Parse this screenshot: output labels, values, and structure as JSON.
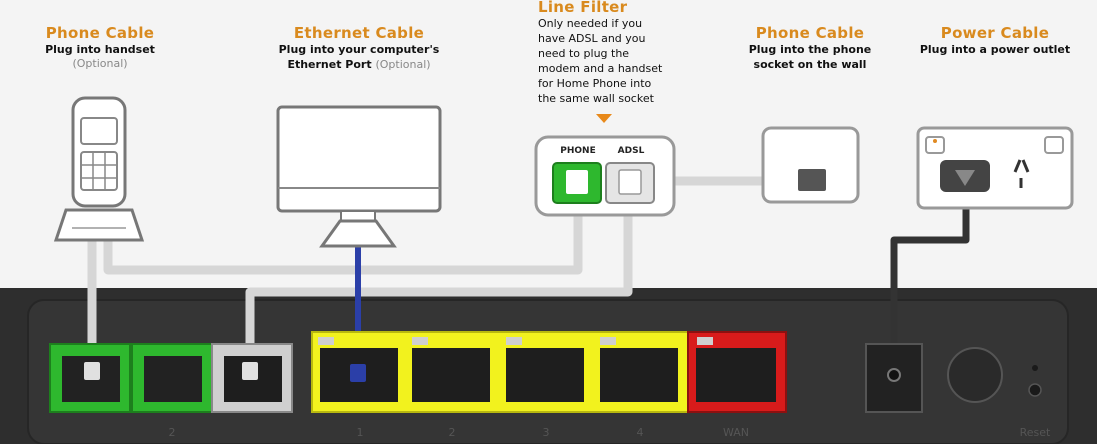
{
  "labels": {
    "phone_handset": {
      "title": "Phone Cable",
      "sub": "Plug into handset",
      "optional": "(Optional)"
    },
    "ethernet": {
      "title": "Ethernet Cable",
      "sub1": "Plug into your computer's",
      "sub2": "Ethernet Port",
      "optional": "(Optional)"
    },
    "line_filter": {
      "title": "Line Filter",
      "note": [
        "Only needed if you",
        "have ADSL and you",
        "need to plug the",
        "modem and a handset",
        "for Home Phone into",
        "the same wall socket"
      ]
    },
    "phone_wall": {
      "title": "Phone Cable",
      "sub1": "Plug into the phone",
      "sub2": "socket on the wall"
    },
    "power": {
      "title": "Power Cable",
      "sub": "Plug into a power outlet"
    }
  },
  "filter_ports": {
    "phone": "PHONE",
    "adsl": "ADSL"
  },
  "modem_port_labels": [
    "2",
    "1",
    "2",
    "3",
    "4",
    "WAN",
    "Reset"
  ],
  "colors": {
    "accent_orange": "#d98a1e",
    "phone_green": "#2eb82e",
    "lan_yellow": "#f2f21e",
    "wan_red": "#d81b1b",
    "ethernet_blue": "#2b3fa8",
    "modem_body": "#2e2e2e"
  }
}
